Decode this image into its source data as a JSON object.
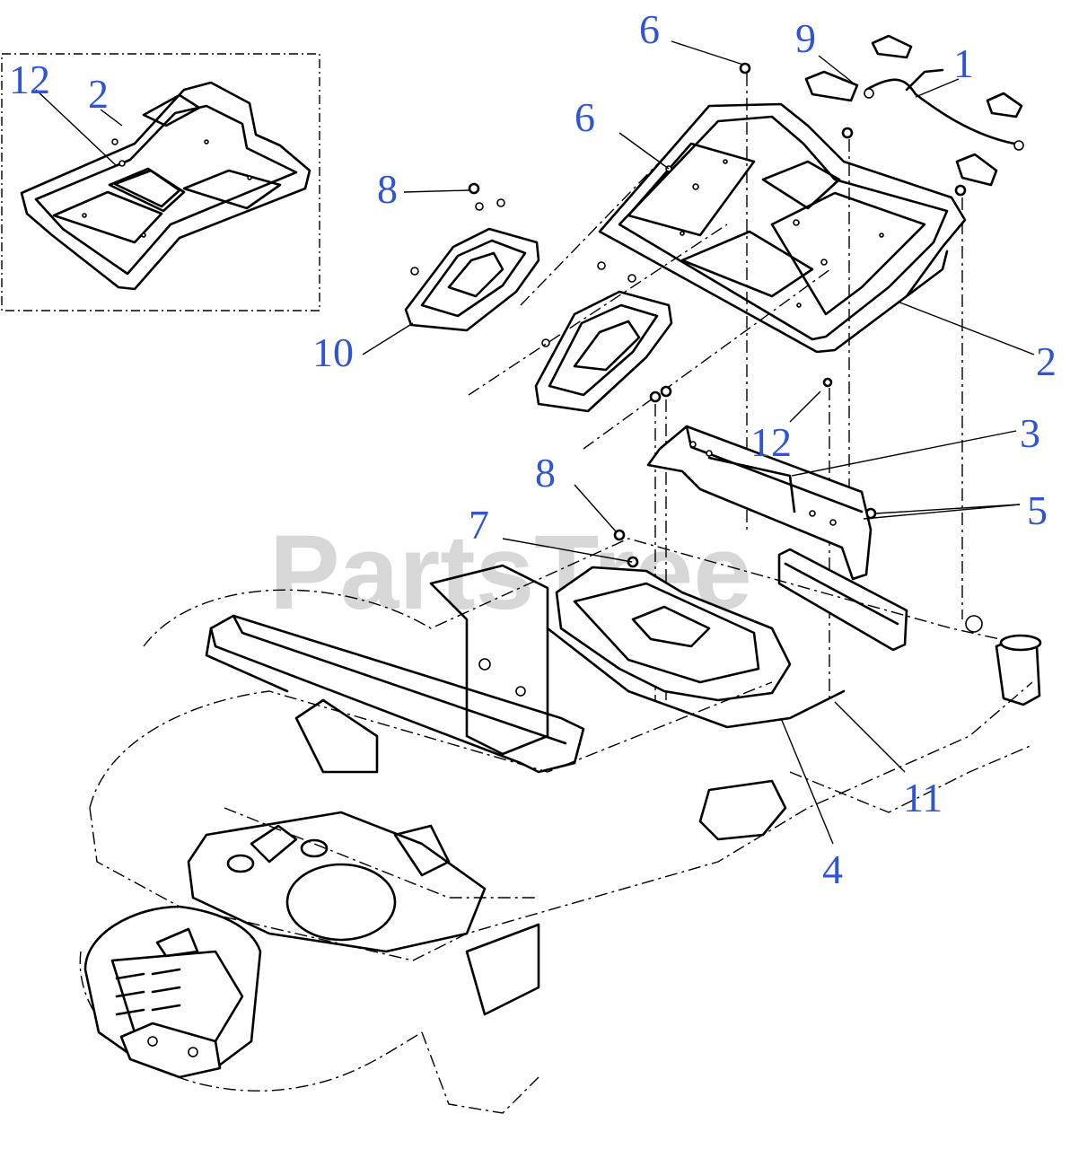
{
  "watermark": "PartsTree",
  "callouts": [
    {
      "id": "c-12-inset",
      "label": "12"
    },
    {
      "id": "c-2-inset",
      "label": "2"
    },
    {
      "id": "c-6-top",
      "label": "6"
    },
    {
      "id": "c-9",
      "label": "9"
    },
    {
      "id": "c-1",
      "label": "1"
    },
    {
      "id": "c-6-mid",
      "label": "6"
    },
    {
      "id": "c-8-top",
      "label": "8"
    },
    {
      "id": "c-10",
      "label": "10"
    },
    {
      "id": "c-2",
      "label": "2"
    },
    {
      "id": "c-12",
      "label": "12"
    },
    {
      "id": "c-3",
      "label": "3"
    },
    {
      "id": "c-8-mid",
      "label": "8"
    },
    {
      "id": "c-5",
      "label": "5"
    },
    {
      "id": "c-7",
      "label": "7"
    },
    {
      "id": "c-11",
      "label": "11"
    },
    {
      "id": "c-4",
      "label": "4"
    }
  ]
}
